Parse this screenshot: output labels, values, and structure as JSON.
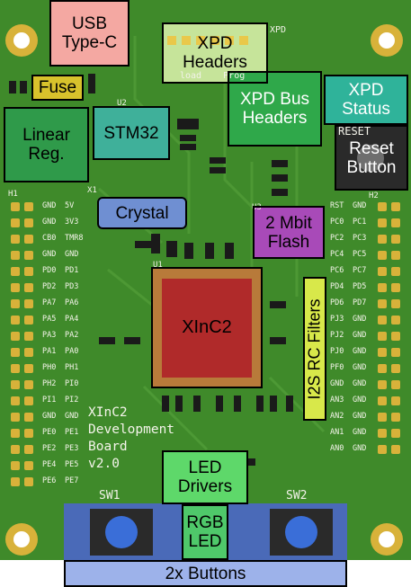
{
  "labels": {
    "usb": "USB\nType-C",
    "xpd_headers": "XPD\nHeaders",
    "fuse": "Fuse",
    "xpd_bus_headers": "XPD Bus\nHeaders",
    "xpd_status": "XPD\nStatus",
    "linear_reg": "Linear\nReg.",
    "stm32": "STM32",
    "reset_button": "Reset\nButton",
    "crystal": "Crystal",
    "flash": "2 Mbit\nFlash",
    "i2s_filters": "I2S RC Filters",
    "xinc2": "XInC2",
    "led_drivers": "LED\nDrivers",
    "rgb_led": "RGB\nLED",
    "buttons": "2x Buttons"
  },
  "silkscreen": {
    "board_title": "XInC2\nDevelopment\nBoard\nv2.0",
    "h1": "H1",
    "h2": "H2",
    "sw1": "SW1",
    "sw2": "SW2",
    "reset": "RESET",
    "xpd": "XPD",
    "x1": "X1",
    "u1": "U1",
    "u2": "U2",
    "u3": "U3",
    "load_prog": "load    Prog",
    "left_pins": [
      [
        "GND",
        "5V"
      ],
      [
        "GND",
        "3V3"
      ],
      [
        "CB0",
        "TMR8"
      ],
      [
        "GND",
        "GND"
      ],
      [
        "PD0",
        "PD1"
      ],
      [
        "PD2",
        "PD3"
      ],
      [
        "PA7",
        "PA6"
      ],
      [
        "PA5",
        "PA4"
      ],
      [
        "PA3",
        "PA2"
      ],
      [
        "PA1",
        "PA0"
      ],
      [
        "PH0",
        "PH1"
      ],
      [
        "PH2",
        "PI0"
      ],
      [
        "PI1",
        "PI2"
      ],
      [
        "GND",
        "GND"
      ],
      [
        "PE0",
        "PE1"
      ],
      [
        "PE2",
        "PE3"
      ],
      [
        "PE4",
        "PE5"
      ],
      [
        "PE6",
        "PE7"
      ]
    ],
    "right_pins": [
      [
        "RST",
        "GND"
      ],
      [
        "PC0",
        "PC1"
      ],
      [
        "PC2",
        "PC3"
      ],
      [
        "PC4",
        "PC5"
      ],
      [
        "PC6",
        "PC7"
      ],
      [
        "PD4",
        "PD5"
      ],
      [
        "PD6",
        "PD7"
      ],
      [
        "PJ3",
        "GND"
      ],
      [
        "PJ2",
        "GND"
      ],
      [
        "PJ0",
        "GND"
      ],
      [
        "PF0",
        "GND"
      ],
      [
        "GND",
        "GND"
      ],
      [
        "AN3",
        "GND"
      ],
      [
        "AN2",
        "GND"
      ],
      [
        "AN1",
        "GND"
      ],
      [
        "AN0",
        "GND"
      ]
    ]
  },
  "colors": {
    "pcb": "#3f8a2a",
    "pcb_dark": "#2f6e1f",
    "trace": "#4f9a36",
    "pad": "#d8b23a",
    "usb": "#f4a8a2",
    "xpd_headers": "#c6e49a",
    "fuse": "#d8c22c",
    "linear_reg": "#2f9a4a",
    "stm32": "#3fb09a",
    "crystal": "#6f8fd2",
    "flash": "#a84ab8",
    "xinc2": "#b02a2a",
    "i2s": "#d8e84a",
    "led_drivers": "#5ed86a",
    "rgb_led": "#4fc86a",
    "buttons": "#9db2ea"
  }
}
